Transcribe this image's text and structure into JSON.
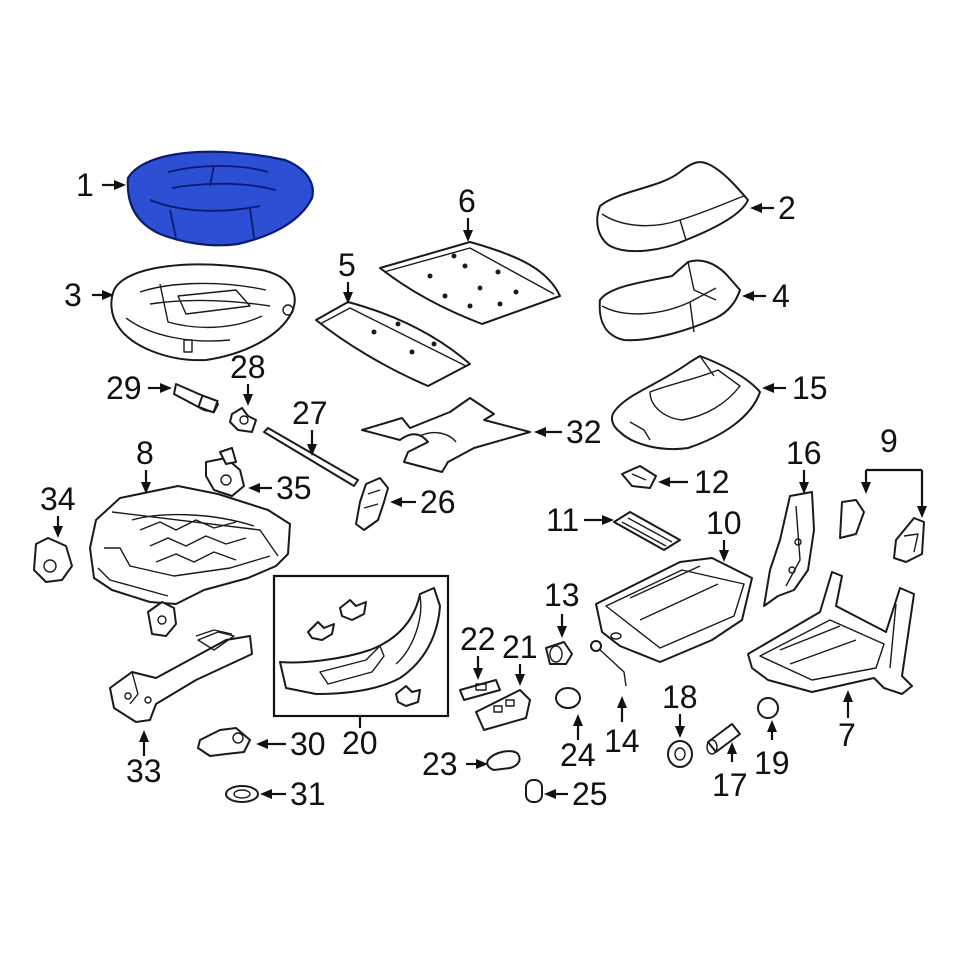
{
  "diagram": {
    "highlight_color": "#2d4fd4",
    "line_color": "#1a1a1a",
    "callouts": [
      "1",
      "2",
      "3",
      "4",
      "5",
      "6",
      "7",
      "8",
      "9",
      "10",
      "11",
      "12",
      "13",
      "14",
      "15",
      "16",
      "17",
      "18",
      "19",
      "20",
      "21",
      "22",
      "23",
      "24",
      "25",
      "26",
      "27",
      "28",
      "29",
      "30",
      "31",
      "32",
      "33",
      "34",
      "35"
    ]
  }
}
